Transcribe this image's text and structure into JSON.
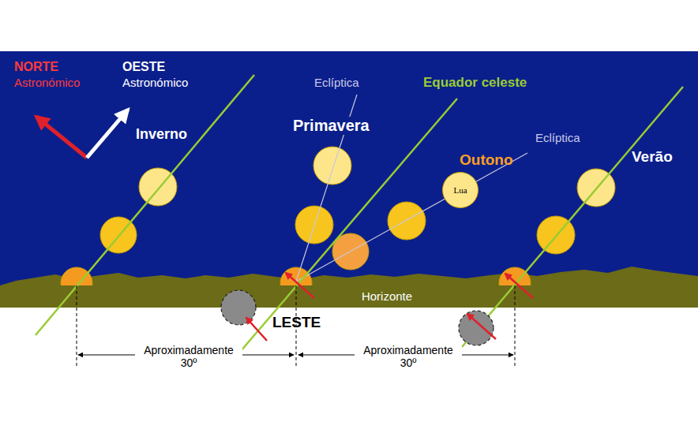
{
  "diagram": {
    "nodes": [
      {
        "text": [
          "Lua"
        ]
      },
      {
        "text": [
          "Horizonte"
        ]
      }
    ],
    "labels": [
      "NORTE",
      "Astronómico",
      "OESTE",
      "Astronómico",
      "Inverno",
      "Eclíptica",
      "Primavera",
      "Equador celeste",
      "Eclíptica",
      "Outono",
      "Verão",
      "LESTE",
      "Aproximadamente 30º",
      "Aproximadamente 30º"
    ]
  }
}
